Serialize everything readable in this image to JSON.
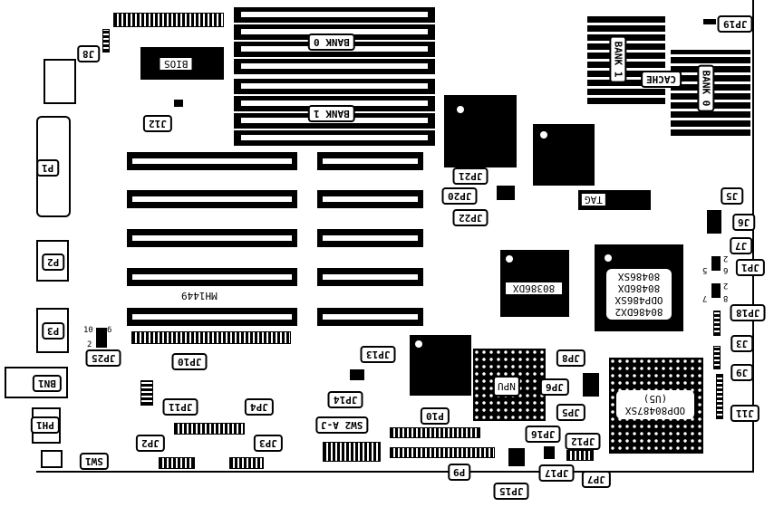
{
  "title": "MH1449",
  "labels": {
    "bios": "BIOS",
    "bank0": "BANK 0",
    "bank1": "BANK 1",
    "cache_bank1": "BANK 1",
    "cache_bank0": "BANK 0",
    "cache": "CACHE",
    "tag": "TAG",
    "cpu386": "80386DX",
    "cpu486": [
      "80486DX2",
      "ODP486SX",
      "80486DX",
      "80486SX"
    ],
    "npu": "NPU",
    "odp487": [
      "ODP80487SX",
      "(U5)"
    ],
    "sw2": "SW2 A-J"
  },
  "callouts": {
    "jp19": "JP19",
    "j8": "J8",
    "j12": "J12",
    "p1": "P1",
    "jp21": "JP21",
    "jp20": "JP20",
    "jp22": "JP22",
    "j5": "J5",
    "j6": "J6",
    "j7": "J7",
    "jp1": "JP1",
    "p2": "P2",
    "jp18": "JP18",
    "p3": "P3",
    "jp25": "JP25",
    "jp10": "JP10",
    "j3": "J3",
    "j9": "J9",
    "j11": "J11",
    "bn1": "BN1",
    "jp13": "JP13",
    "jp14": "JP14",
    "jp11": "JP11",
    "p10": "P10",
    "jp8": "JP8",
    "jp6": "JP6",
    "jp5": "JP5",
    "jp4": "JP4",
    "ph1": "PH1",
    "jp2": "JP2",
    "jp3": "JP3",
    "sw1": "SW1",
    "p9": "P9",
    "jp16": "JP16",
    "jp12": "JP12",
    "jp15": "JP15",
    "jp17": "JP17",
    "jp7": "JP7"
  },
  "pins": {
    "jp1_a": "2",
    "jp1_b": "5",
    "jp1_c": "6",
    "jp18_a": "2",
    "jp18_b": "7",
    "jp18_c": "8",
    "jp25_a": "6",
    "jp25_b": "10",
    "jp25_c": "2"
  }
}
